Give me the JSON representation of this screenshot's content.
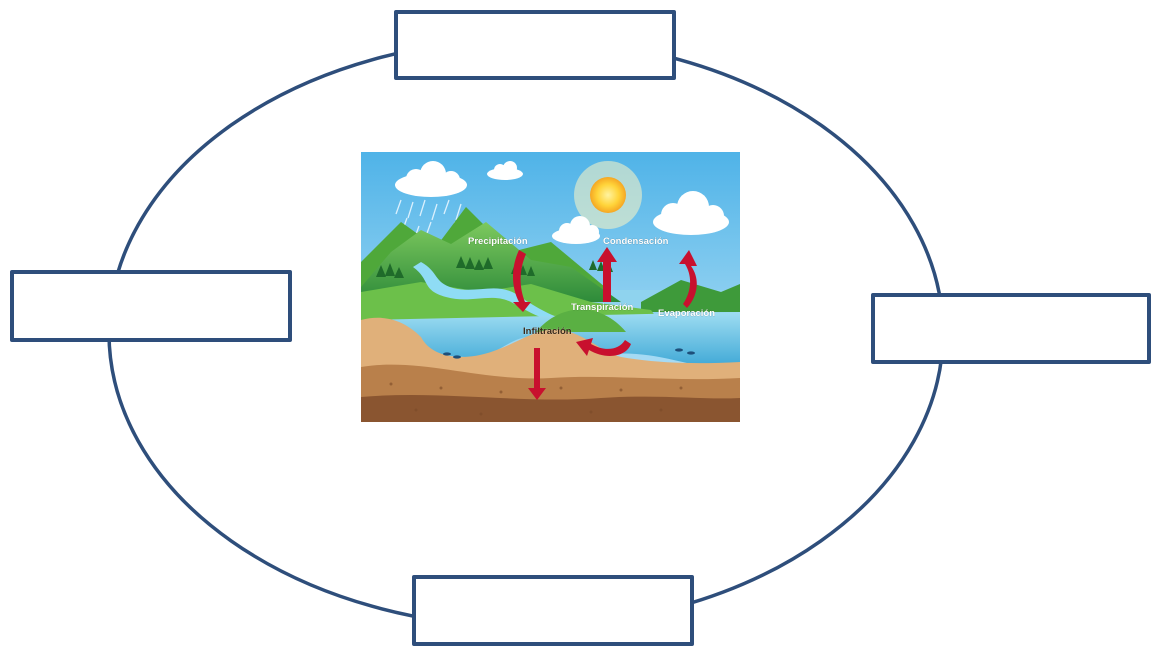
{
  "diagram": {
    "outline_color": "#2E4E7B",
    "answer_boxes": [
      {
        "id": "top",
        "text": ""
      },
      {
        "id": "left",
        "text": ""
      },
      {
        "id": "right",
        "text": ""
      },
      {
        "id": "bottom",
        "text": ""
      }
    ],
    "illustration": {
      "labels": {
        "precipitation": "Precipitación",
        "condensation": "Condensación",
        "transpiration": "Transpiración",
        "evaporation": "Evaporación",
        "infiltration": "Infiltración"
      },
      "arrow_color": "#C8102E",
      "sky_color": "#7CC8EE",
      "sun_color": "#FFD43A"
    }
  }
}
